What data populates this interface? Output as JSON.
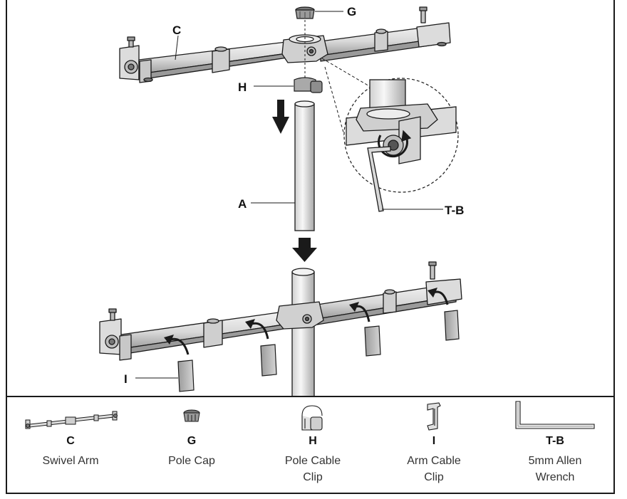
{
  "callouts": {
    "g": "G",
    "c": "C",
    "h": "H",
    "a": "A",
    "tb": "T-B",
    "i": "I"
  },
  "parts": [
    {
      "code": "C",
      "name": "Swivel Arm",
      "icon": "swivel-arm-icon"
    },
    {
      "code": "G",
      "name": "Pole Cap",
      "icon": "pole-cap-icon"
    },
    {
      "code": "H",
      "name": "Pole Cable Clip",
      "icon": "pole-cable-clip-icon"
    },
    {
      "code": "I",
      "name": "Arm Cable Clip",
      "icon": "arm-cable-clip-icon"
    },
    {
      "code": "T-B",
      "name": "5mm Allen Wrench",
      "icon": "allen-wrench-icon"
    }
  ],
  "colors": {
    "line": "#1a1a1a",
    "metal_light": "#e6e6e6",
    "metal_mid": "#b5b5b5",
    "metal_dark": "#8a8a8a"
  }
}
